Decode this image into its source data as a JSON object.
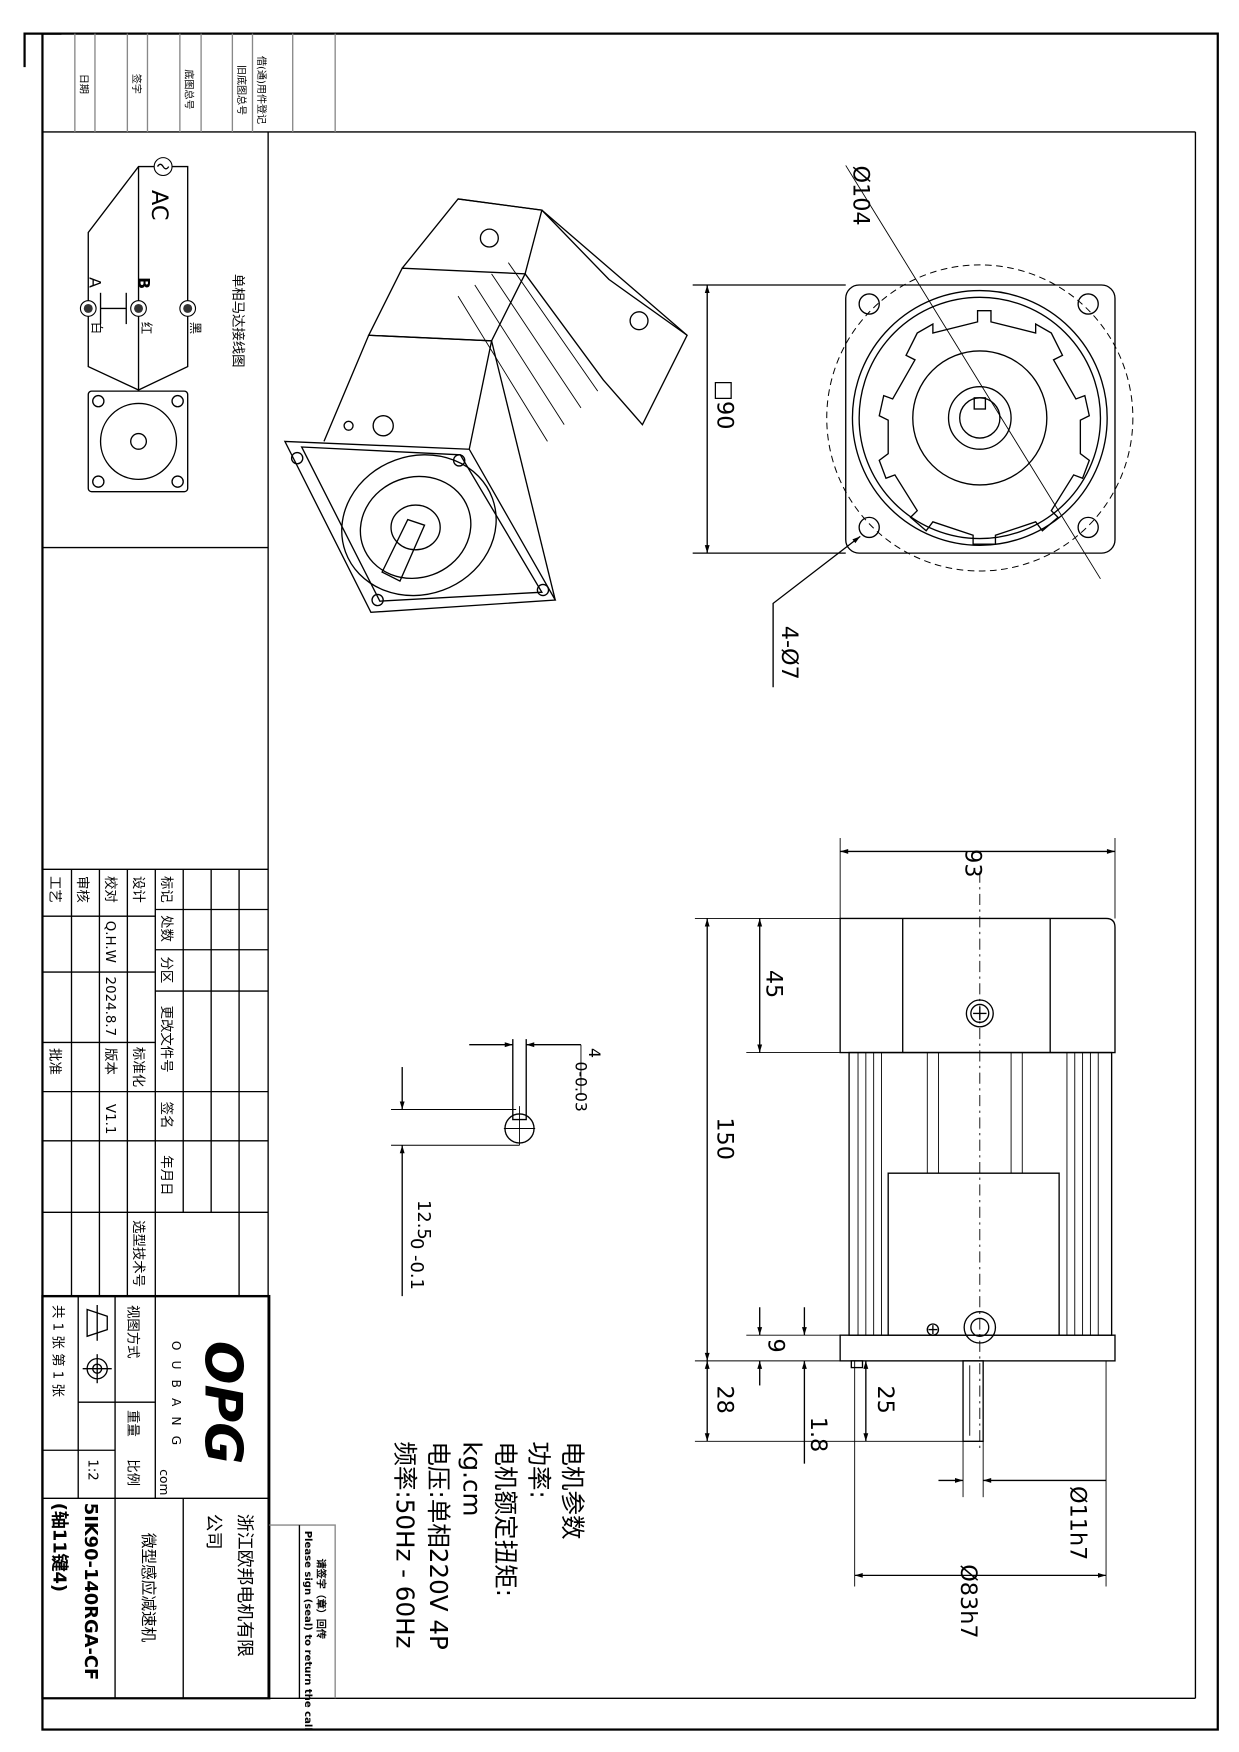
{
  "header_strip": {
    "date": "日期",
    "signature": "签字",
    "base_drawing_no": "底图总号",
    "old_base_drawing_no": "旧底图总号",
    "borrowed_parts_register": "借(通)用件登记"
  },
  "wiring": {
    "title": "单相马达接线图",
    "ac": "AC",
    "terminal_a": "A",
    "terminal_b": "B",
    "white": "白",
    "red": "红",
    "black": "黑"
  },
  "front_view": {
    "dim_diameter": "Ø104",
    "dim_square": "□90",
    "dim_holes": "4-Ø7"
  },
  "side_view": {
    "dim_width": "93",
    "dim_gearbox": "45",
    "dim_length": "150",
    "dim_flange": "9",
    "dim_shaft": "28",
    "dim_key": "25",
    "dim_step": "1.8",
    "dim_shaft_dia": "Ø11h7",
    "dim_pilot_dia": "Ø83h7"
  },
  "key_detail": {
    "key_width": "4",
    "key_width_tol": "0-0.03",
    "key_height": "12.5",
    "key_height_tol": "0 -0.1"
  },
  "parameters": {
    "title": "电机参数",
    "power": "功率:",
    "torque": "电机额定扭矩:",
    "torque_unit": "kg.cm",
    "voltage": "电压:单相220V 4P",
    "frequency": "频率:50Hz - 60Hz"
  },
  "revision_table": {
    "mark": "标记",
    "count": "处数",
    "zone": "分区",
    "change_doc": "更改文件号",
    "sign": "签名",
    "date": "年月日",
    "design": "设计",
    "check": "校对",
    "review": "审核",
    "process": "工艺",
    "standardize": "标准化",
    "version_label": "版本",
    "approve": "批准",
    "checker": "Q.H.W",
    "check_date": "2024.8.7",
    "version": "V1.1",
    "selection_no": "选型技术号"
  },
  "title_block": {
    "view_method": "视图方式",
    "weight": "重量",
    "scale_label": "比例",
    "scale": "1:2",
    "sheets": "共 1 张  第 1 张",
    "logo": "OPG",
    "logo_sub": "OUBANG",
    "logo_com": "com",
    "company_line1": "浙江欧邦电机有限",
    "company_line2": "公司",
    "product": "微型感应减速机",
    "model": "5IK90-140RGA-CF",
    "model_note": "(轴11键4)"
  },
  "sign_box": {
    "cn": "请签字（章）回传",
    "en": "Please sign (seal) to return the call"
  }
}
